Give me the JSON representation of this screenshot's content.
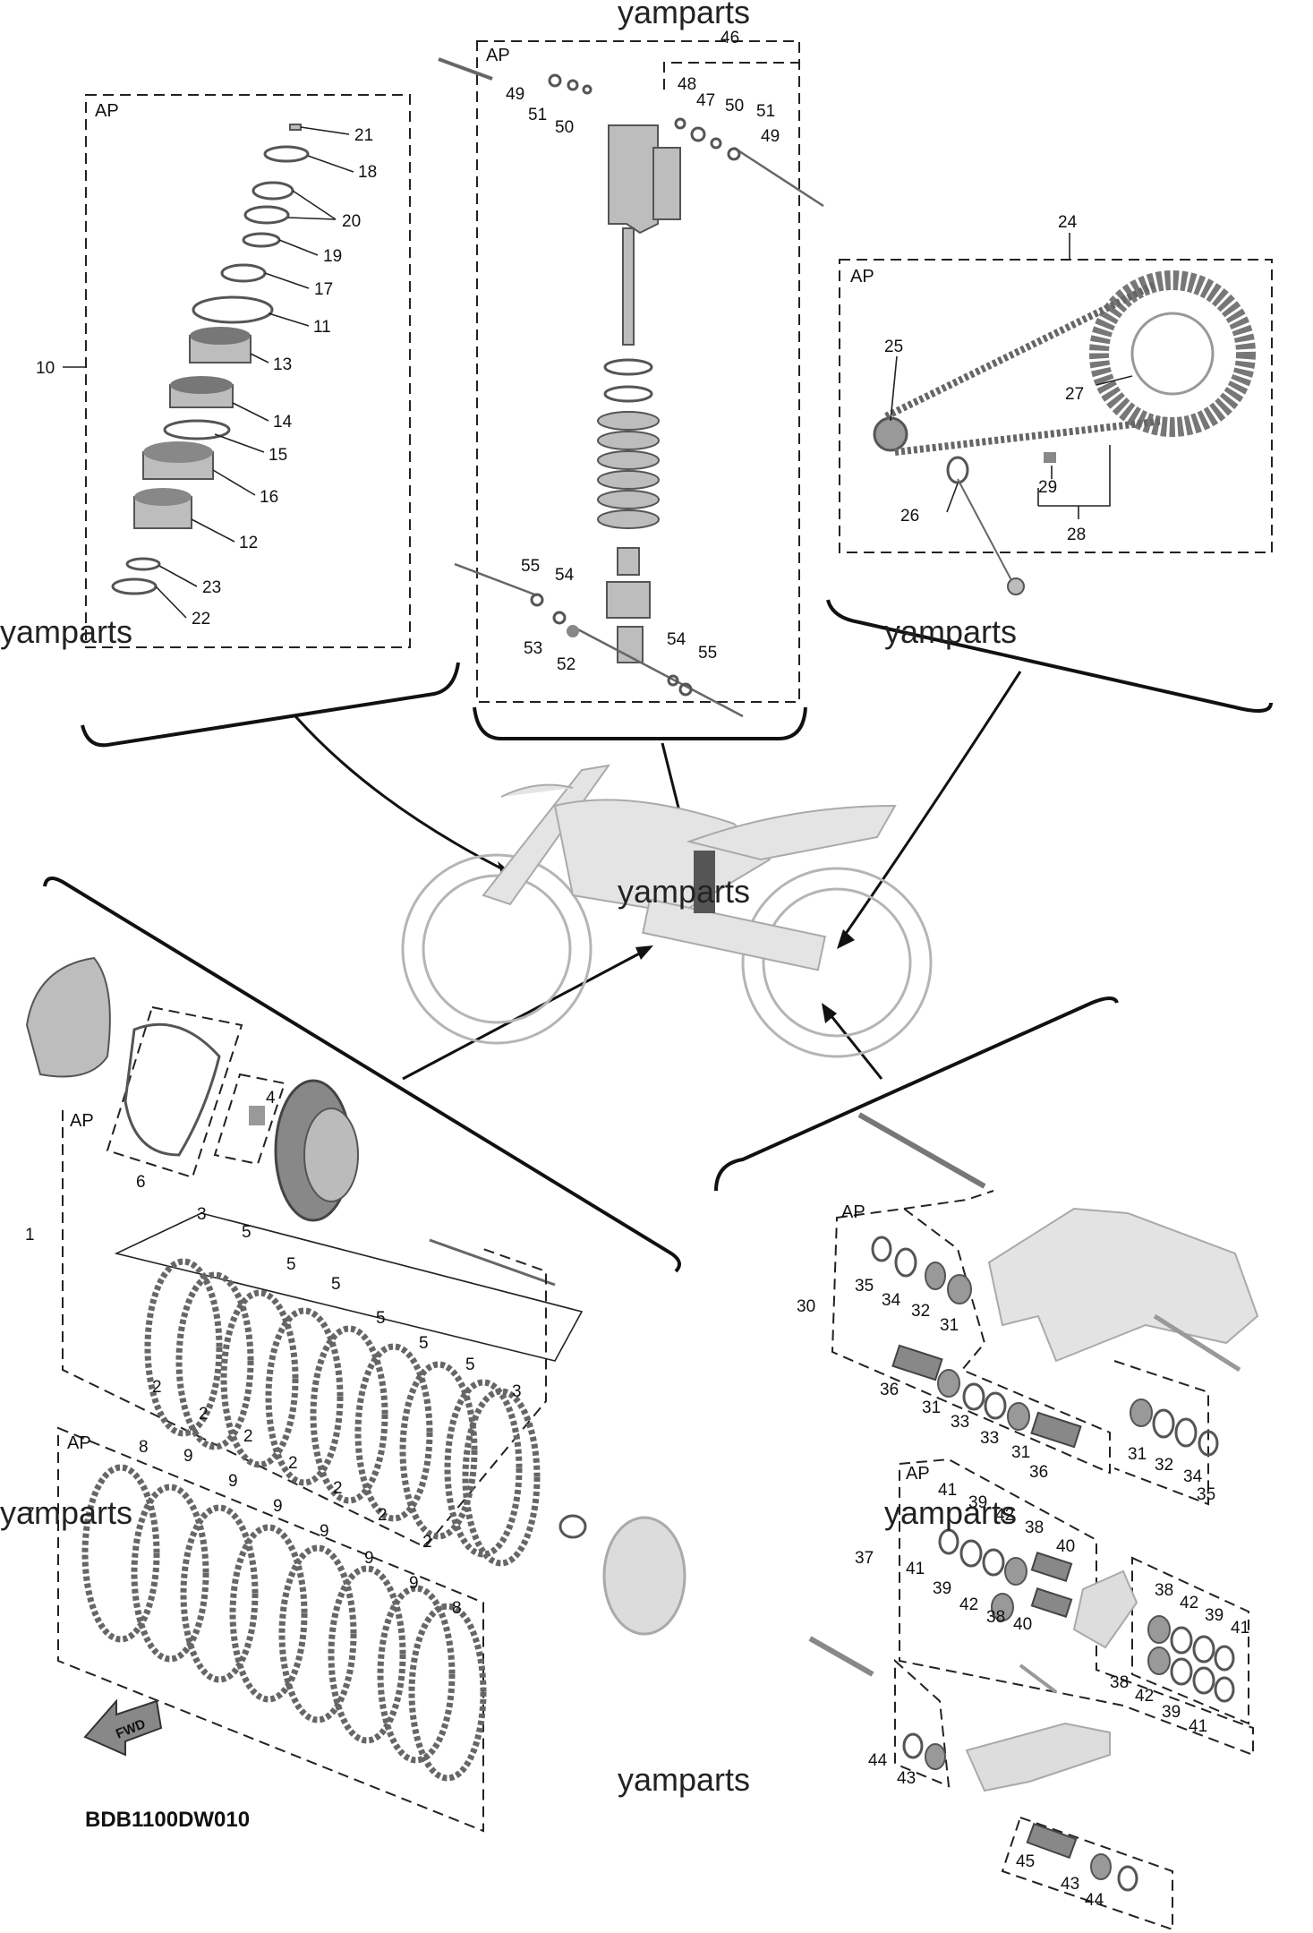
{
  "watermarks": [
    "yamparts",
    "yamparts",
    "yamparts",
    "yamparts",
    "yamparts",
    "yamparts",
    "yamparts"
  ],
  "ap_label": "AP",
  "diagram_code": "BDB1100DW010",
  "fwd_label": "FWD",
  "callouts": {
    "fork": [
      "21",
      "18",
      "20",
      "19",
      "17",
      "11",
      "13",
      "14",
      "15",
      "16",
      "12",
      "23",
      "22",
      "10"
    ],
    "shock": [
      "46",
      "48",
      "47",
      "50",
      "51",
      "49",
      "49",
      "51",
      "50",
      "55",
      "54",
      "53",
      "52",
      "54",
      "55"
    ],
    "chain": [
      "24",
      "25",
      "27",
      "29",
      "26",
      "28"
    ],
    "clutch": [
      "4",
      "6",
      "1",
      "3",
      "5",
      "5",
      "5",
      "5",
      "5",
      "5",
      "3",
      "2",
      "2",
      "2",
      "2",
      "2",
      "2",
      "2",
      "8",
      "9",
      "9",
      "9",
      "9",
      "9",
      "9",
      "8",
      "7"
    ],
    "swingarm": [
      "30",
      "35",
      "34",
      "32",
      "31",
      "36",
      "31",
      "33",
      "33",
      "31",
      "36",
      "31",
      "32",
      "34",
      "35"
    ],
    "linkage": [
      "37",
      "41",
      "39",
      "42",
      "38",
      "40",
      "41",
      "39",
      "42",
      "38",
      "40",
      "38",
      "42",
      "39",
      "41",
      "38",
      "42",
      "39",
      "41",
      "44",
      "43",
      "45",
      "43",
      "44"
    ]
  }
}
